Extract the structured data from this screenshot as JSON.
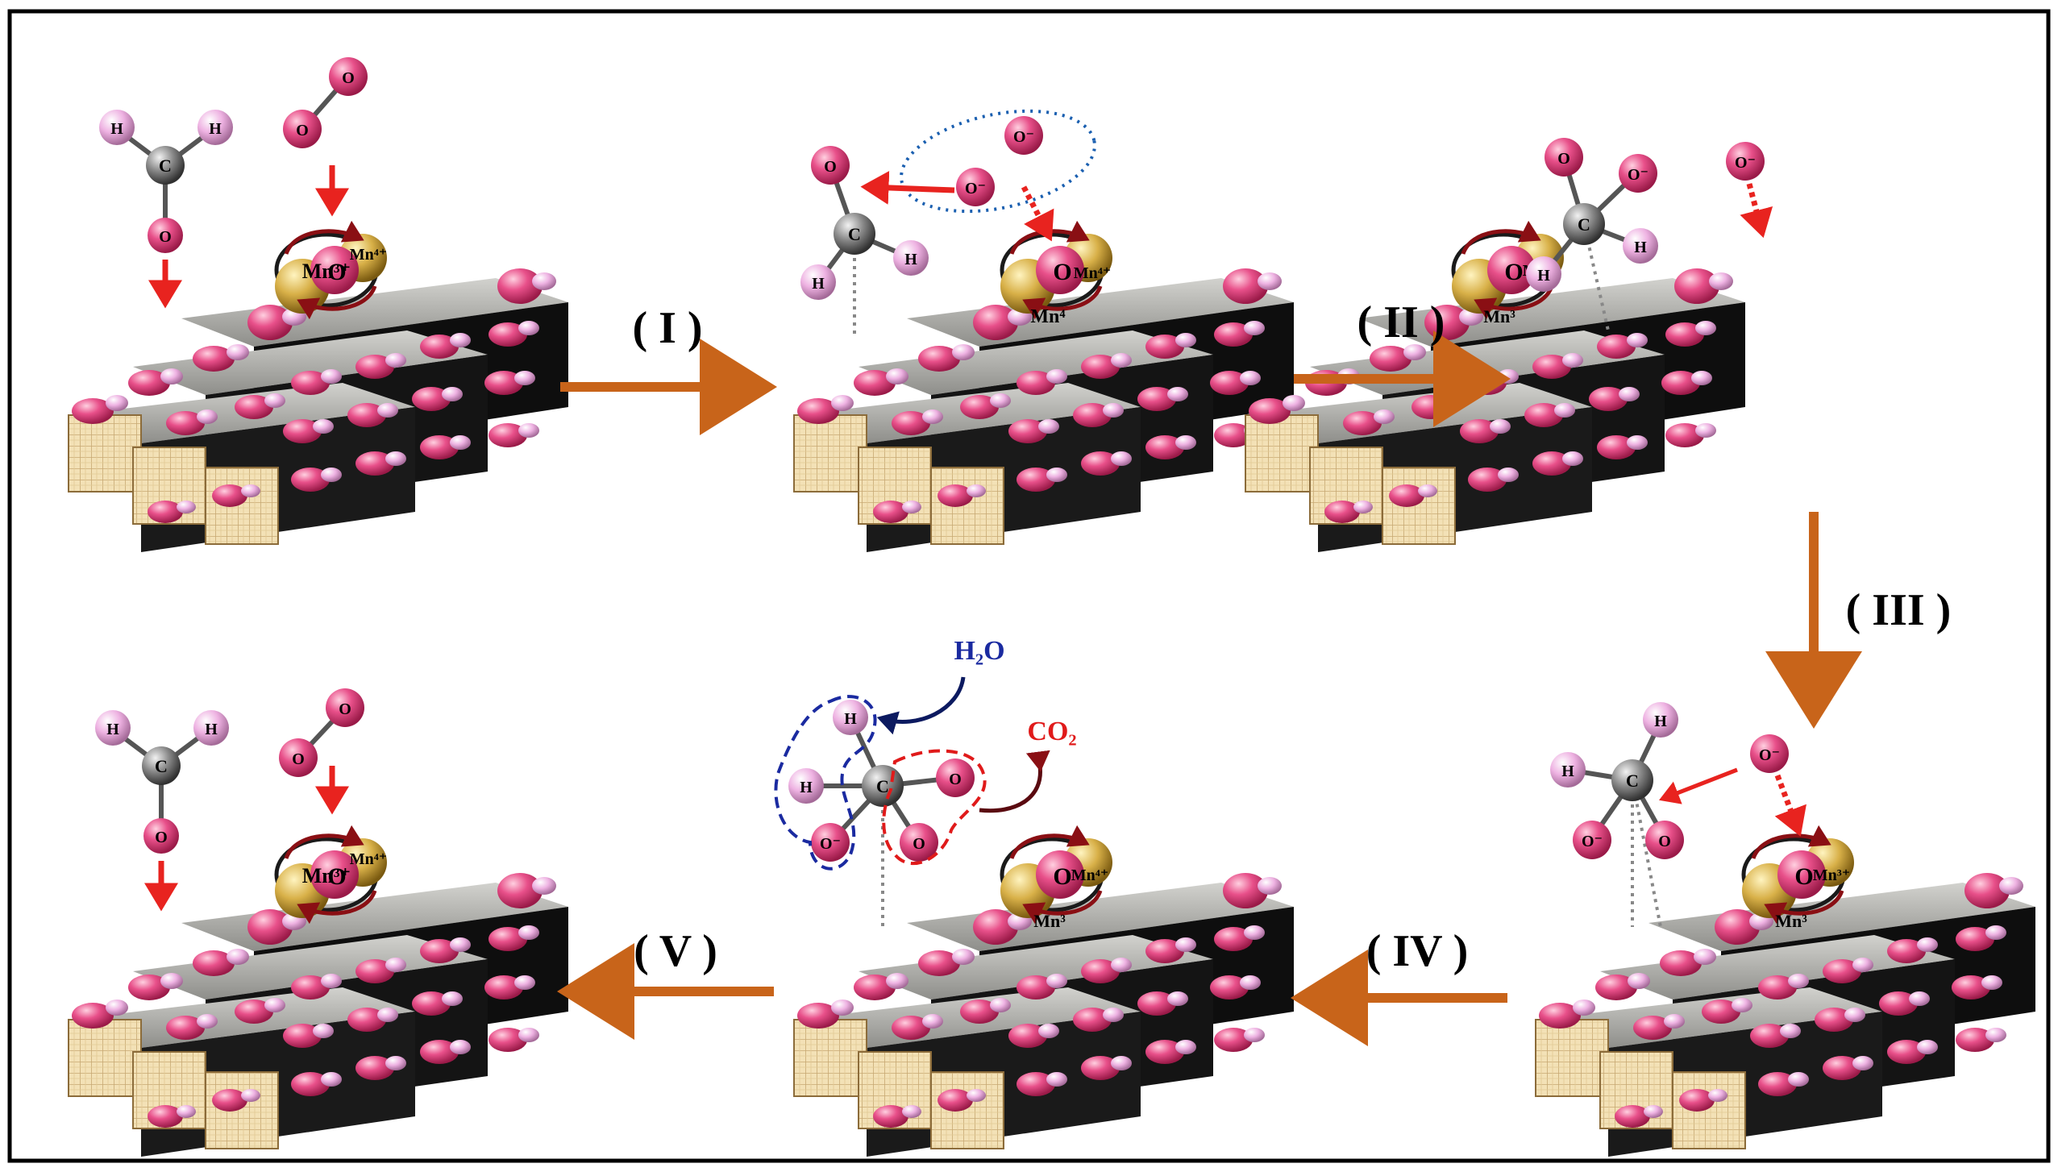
{
  "steps": [
    "( I )",
    "( II )",
    "( III )",
    "( IV )",
    "( V )"
  ],
  "atoms": {
    "hydrogen": "H",
    "carbon": "C",
    "oxygen": "O",
    "oxygen_radical": "O⁻",
    "mn3": "Mn³⁺",
    "mn4": "Mn⁴⁺",
    "mn3_short": "Mn³",
    "mn4_short": "Mn⁴",
    "surface_oh": "O H"
  },
  "products": {
    "water": "H₂O",
    "co2": "CO₂"
  },
  "colors": {
    "flow_arrow": "#c8641a",
    "adsorption_arrow": "#e8231f",
    "h2o_label": "#1a2aa0",
    "co2_label": "#e01a1a",
    "oxygen_atom": "#e0487a",
    "hydrogen_atom": "#eaa8dc",
    "carbon_atom": "#808080",
    "manganese_atom": "#d8b048",
    "redox_arrow": "#8a0f14",
    "support_block_top": "#b4b4b0",
    "support_block_side": "#101010",
    "support_block_face": "#f0dcb0"
  }
}
